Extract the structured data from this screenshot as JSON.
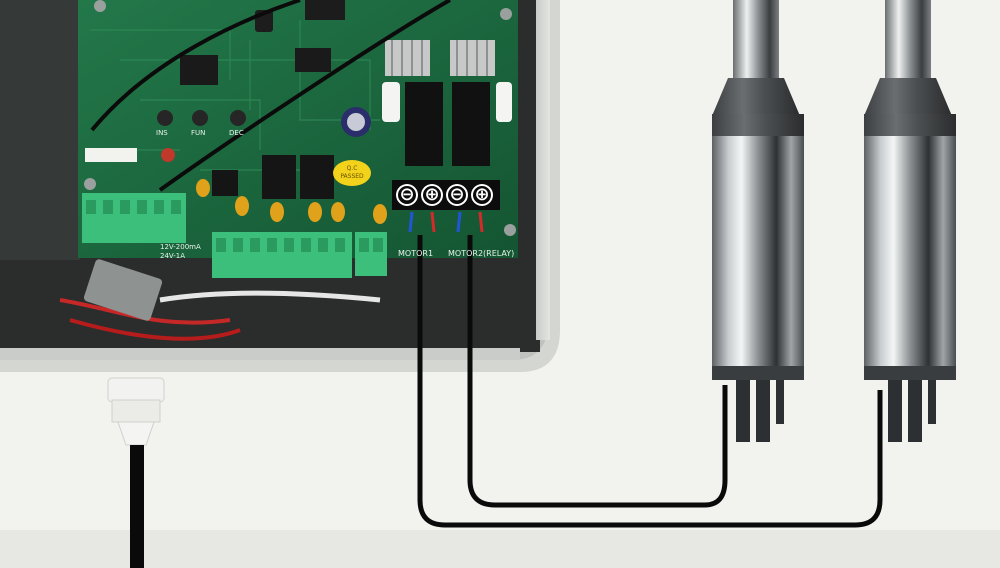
{
  "photo": {
    "board_labels": {
      "motor1": "MOTOR1",
      "motor2": "MOTOR2(RELAY)",
      "qc_line1": "Q.C",
      "qc_line2": "PASSED",
      "power_spec_line1": "12V-200mA",
      "power_spec_line2": "24V-1A",
      "button_ins": "INS",
      "button_fun": "FUN",
      "button_dec": "DEC",
      "terminal_minus": "⊖",
      "terminal_plus": "⊕"
    },
    "colors": {
      "background": "#f2f2ef",
      "pcb": "#1f6b3e",
      "enclosure": "#d9dcd8",
      "terminal_block": "#3bbf7a",
      "actuator_steel": "#a9adaf",
      "cable": "#0a0a0a"
    }
  }
}
